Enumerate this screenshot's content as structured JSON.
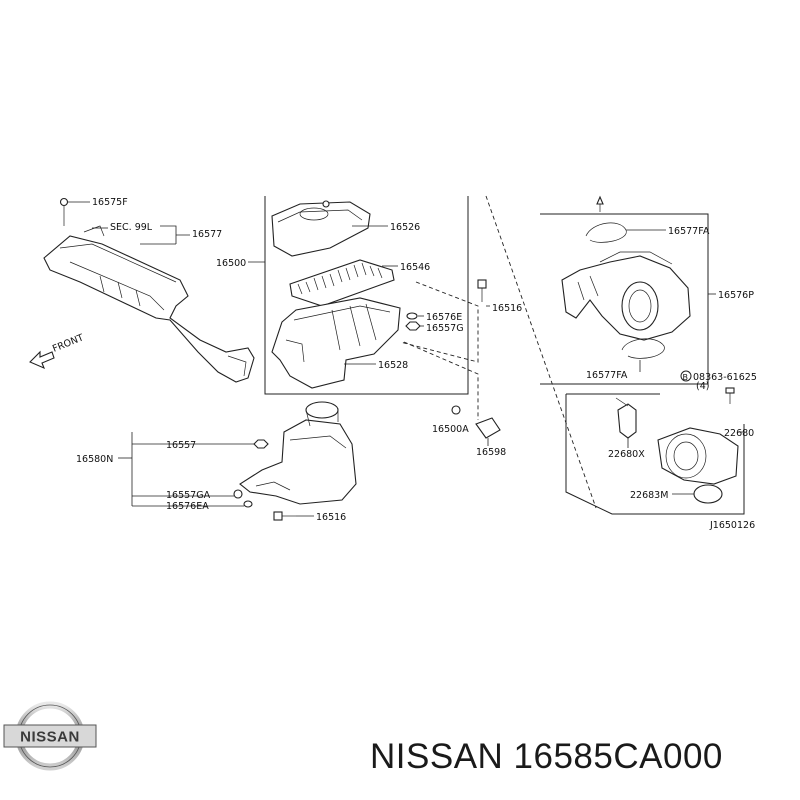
{
  "diagram": {
    "labels": {
      "l16575F": "16575F",
      "lSEC": "SEC. 99L",
      "l16577": "16577",
      "lFRONT": "FRONT",
      "l16500": "16500",
      "l16526": "16526",
      "l16546": "16546",
      "l16576E": "16576E",
      "l16557G": "16557G",
      "l16528": "16528",
      "l16516a": "16516",
      "l16577FA1": "16577FA",
      "l16576P": "16576P",
      "l16577FA2": "16577FA",
      "l08363": "08363-61625",
      "l08363qty": "(4)",
      "l16500A": "16500A",
      "l16598": "16598",
      "l22680": "22680",
      "l22680X": "22680X",
      "l22683M": "22683M",
      "l16580N": "16580N",
      "l16557": "16557",
      "l16557GA": "16557GA",
      "l16576EA": "16576EA",
      "l16516b": "16516",
      "ref": "J1650126",
      "bcircle": "B"
    }
  },
  "brand": {
    "logo_text": "NISSAN",
    "part_number": "NISSAN 16585CA000"
  }
}
